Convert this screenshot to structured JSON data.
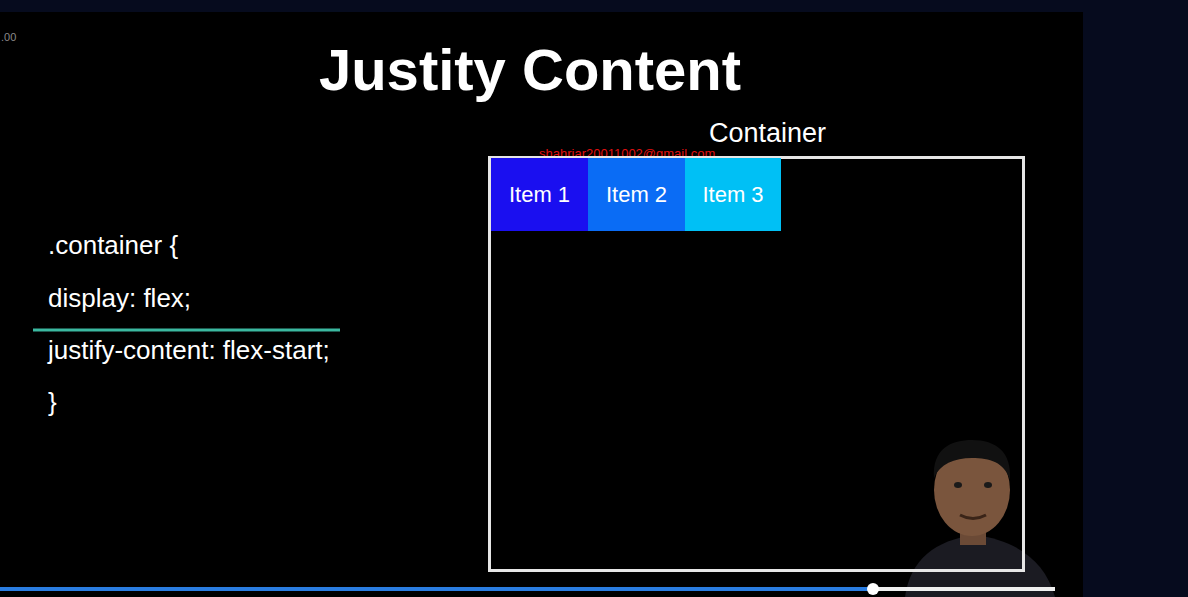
{
  "diagram": {
    "title": "Justity Content",
    "nodes": [
      {
        "text": [
          "Container"
        ]
      },
      {
        "text": [
          "Item 1"
        ],
        "in": 0
      },
      {
        "text": [
          "Item 2"
        ],
        "in": 0
      },
      {
        "text": [
          "Item 3"
        ],
        "in": 0
      }
    ],
    "labels": [
      ".container {",
      "display: flex;",
      "justify-content: flex-start;",
      "}",
      "shahriar20011002@gmail.com",
      ".00"
    ]
  }
}
